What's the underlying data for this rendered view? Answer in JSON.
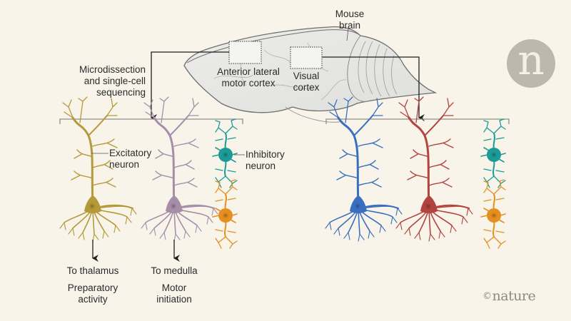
{
  "brain": {
    "label": "Mouse\nbrain",
    "regions": [
      {
        "id": "alm",
        "label": "Anterior lateral\nmotor cortex"
      },
      {
        "id": "visual",
        "label": "Visual\ncortex"
      }
    ]
  },
  "method_label": "Microdissection\nand single-cell\nsequencing",
  "left_group": {
    "excitatory_label": "Excitatory\nneuron",
    "inhibitory_label": "Inhibitory\nneuron",
    "outputs": [
      {
        "target": "To thalamus",
        "function": "Preparatory\nactivity",
        "neuron_color": "#b59a3a"
      },
      {
        "target": "To medulla",
        "function": "Motor\ninitiation",
        "neuron_color": "#a68ea9"
      }
    ],
    "inhibitory_colors": [
      "#1c9a98",
      "#e58f1e"
    ]
  },
  "right_group": {
    "neuron_colors": [
      "#3a6fbf",
      "#b2433f"
    ],
    "inhibitory_colors": [
      "#1c9a98",
      "#e58f1e"
    ]
  },
  "brand": {
    "logo_letter": "n",
    "copyright_symbol": "©",
    "wordmark": "nature"
  }
}
